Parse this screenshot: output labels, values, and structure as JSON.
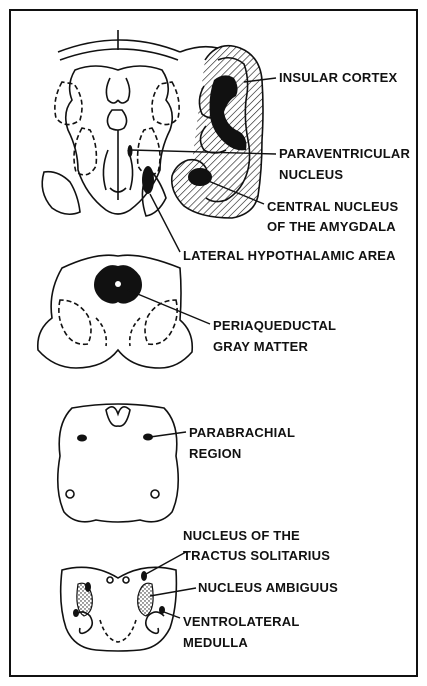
{
  "labels": {
    "insular_cortex": "INSULAR CORTEX",
    "paraventricular_1": "PARAVENTRICULAR",
    "paraventricular_2": "NUCLEUS",
    "central_1": "CENTRAL NUCLEUS",
    "central_2": "OF THE AMYGDALA",
    "lateral_hypothalamic": "LATERAL HYPOTHALAMIC AREA",
    "periaqueductal_1": "PERIAQUEDUCTAL",
    "periaqueductal_2": "GRAY MATTER",
    "parabrachial_1": "PARABRACHIAL",
    "parabrachial_2": "REGION",
    "solitarius_1": "NUCLEUS OF THE",
    "solitarius_2": "TRACTUS SOLITARIUS",
    "ambiguus": "NUCLEUS AMBIGUUS",
    "ventrolateral_1": "VENTROLATERAL",
    "ventrolateral_2": "MEDULLA"
  }
}
